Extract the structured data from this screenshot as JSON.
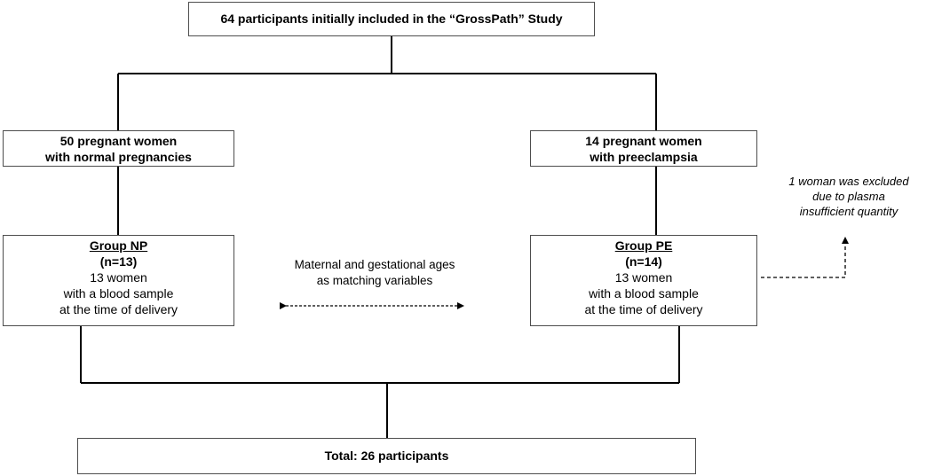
{
  "top": {
    "text": "64 participants initially included in the “GrossPath” Study"
  },
  "normal": {
    "line1": "50 pregnant women",
    "line2": "with normal pregnancies"
  },
  "preeclampsia": {
    "line1": "14 pregnant women",
    "line2": "with preeclampsia"
  },
  "group_np": {
    "title": "Group NP",
    "n": "(n=13)",
    "lines": [
      "13 women",
      "with a blood sample",
      "at the time of delivery"
    ]
  },
  "group_pe": {
    "title": "Group PE",
    "n": "(n=14)",
    "lines": [
      "13 women",
      "with a blood sample",
      "at the time of delivery"
    ]
  },
  "matching": {
    "line1": "Maternal and gestational ages",
    "line2": "as matching variables"
  },
  "exclusion": {
    "line1": "1 woman was excluded",
    "line2": "due to plasma",
    "line3": "insufficient quantity"
  },
  "total": {
    "text": "Total: 26 participants"
  }
}
